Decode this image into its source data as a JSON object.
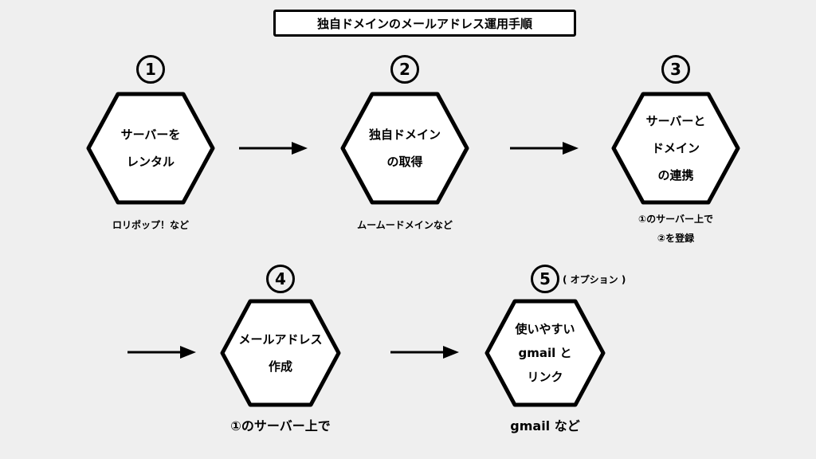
{
  "title": "独自ドメインのメールアドレス運用手順",
  "steps": [
    {
      "number": "1",
      "lines": [
        "サーバーを",
        "レンタル"
      ],
      "note": [
        "ロリポップ！など"
      ]
    },
    {
      "number": "2",
      "lines": [
        "独自ドメイン",
        "の取得"
      ],
      "note": [
        "ムームードメインなど"
      ]
    },
    {
      "number": "3",
      "lines": [
        "サーバーと",
        "ドメイン",
        "の連携"
      ],
      "note": [
        "①のサーバー上で",
        "②を登録"
      ]
    },
    {
      "number": "4",
      "lines": [
        "メールアドレス",
        "作成"
      ],
      "note": [
        "①のサーバー上で"
      ]
    },
    {
      "number": "5",
      "lines": [
        "使いやすい",
        "gmail と",
        "リンク"
      ],
      "note": [
        "gmail など"
      ],
      "tag": "( オプション )"
    }
  ],
  "icons": [
    "arrow-right-icon"
  ]
}
